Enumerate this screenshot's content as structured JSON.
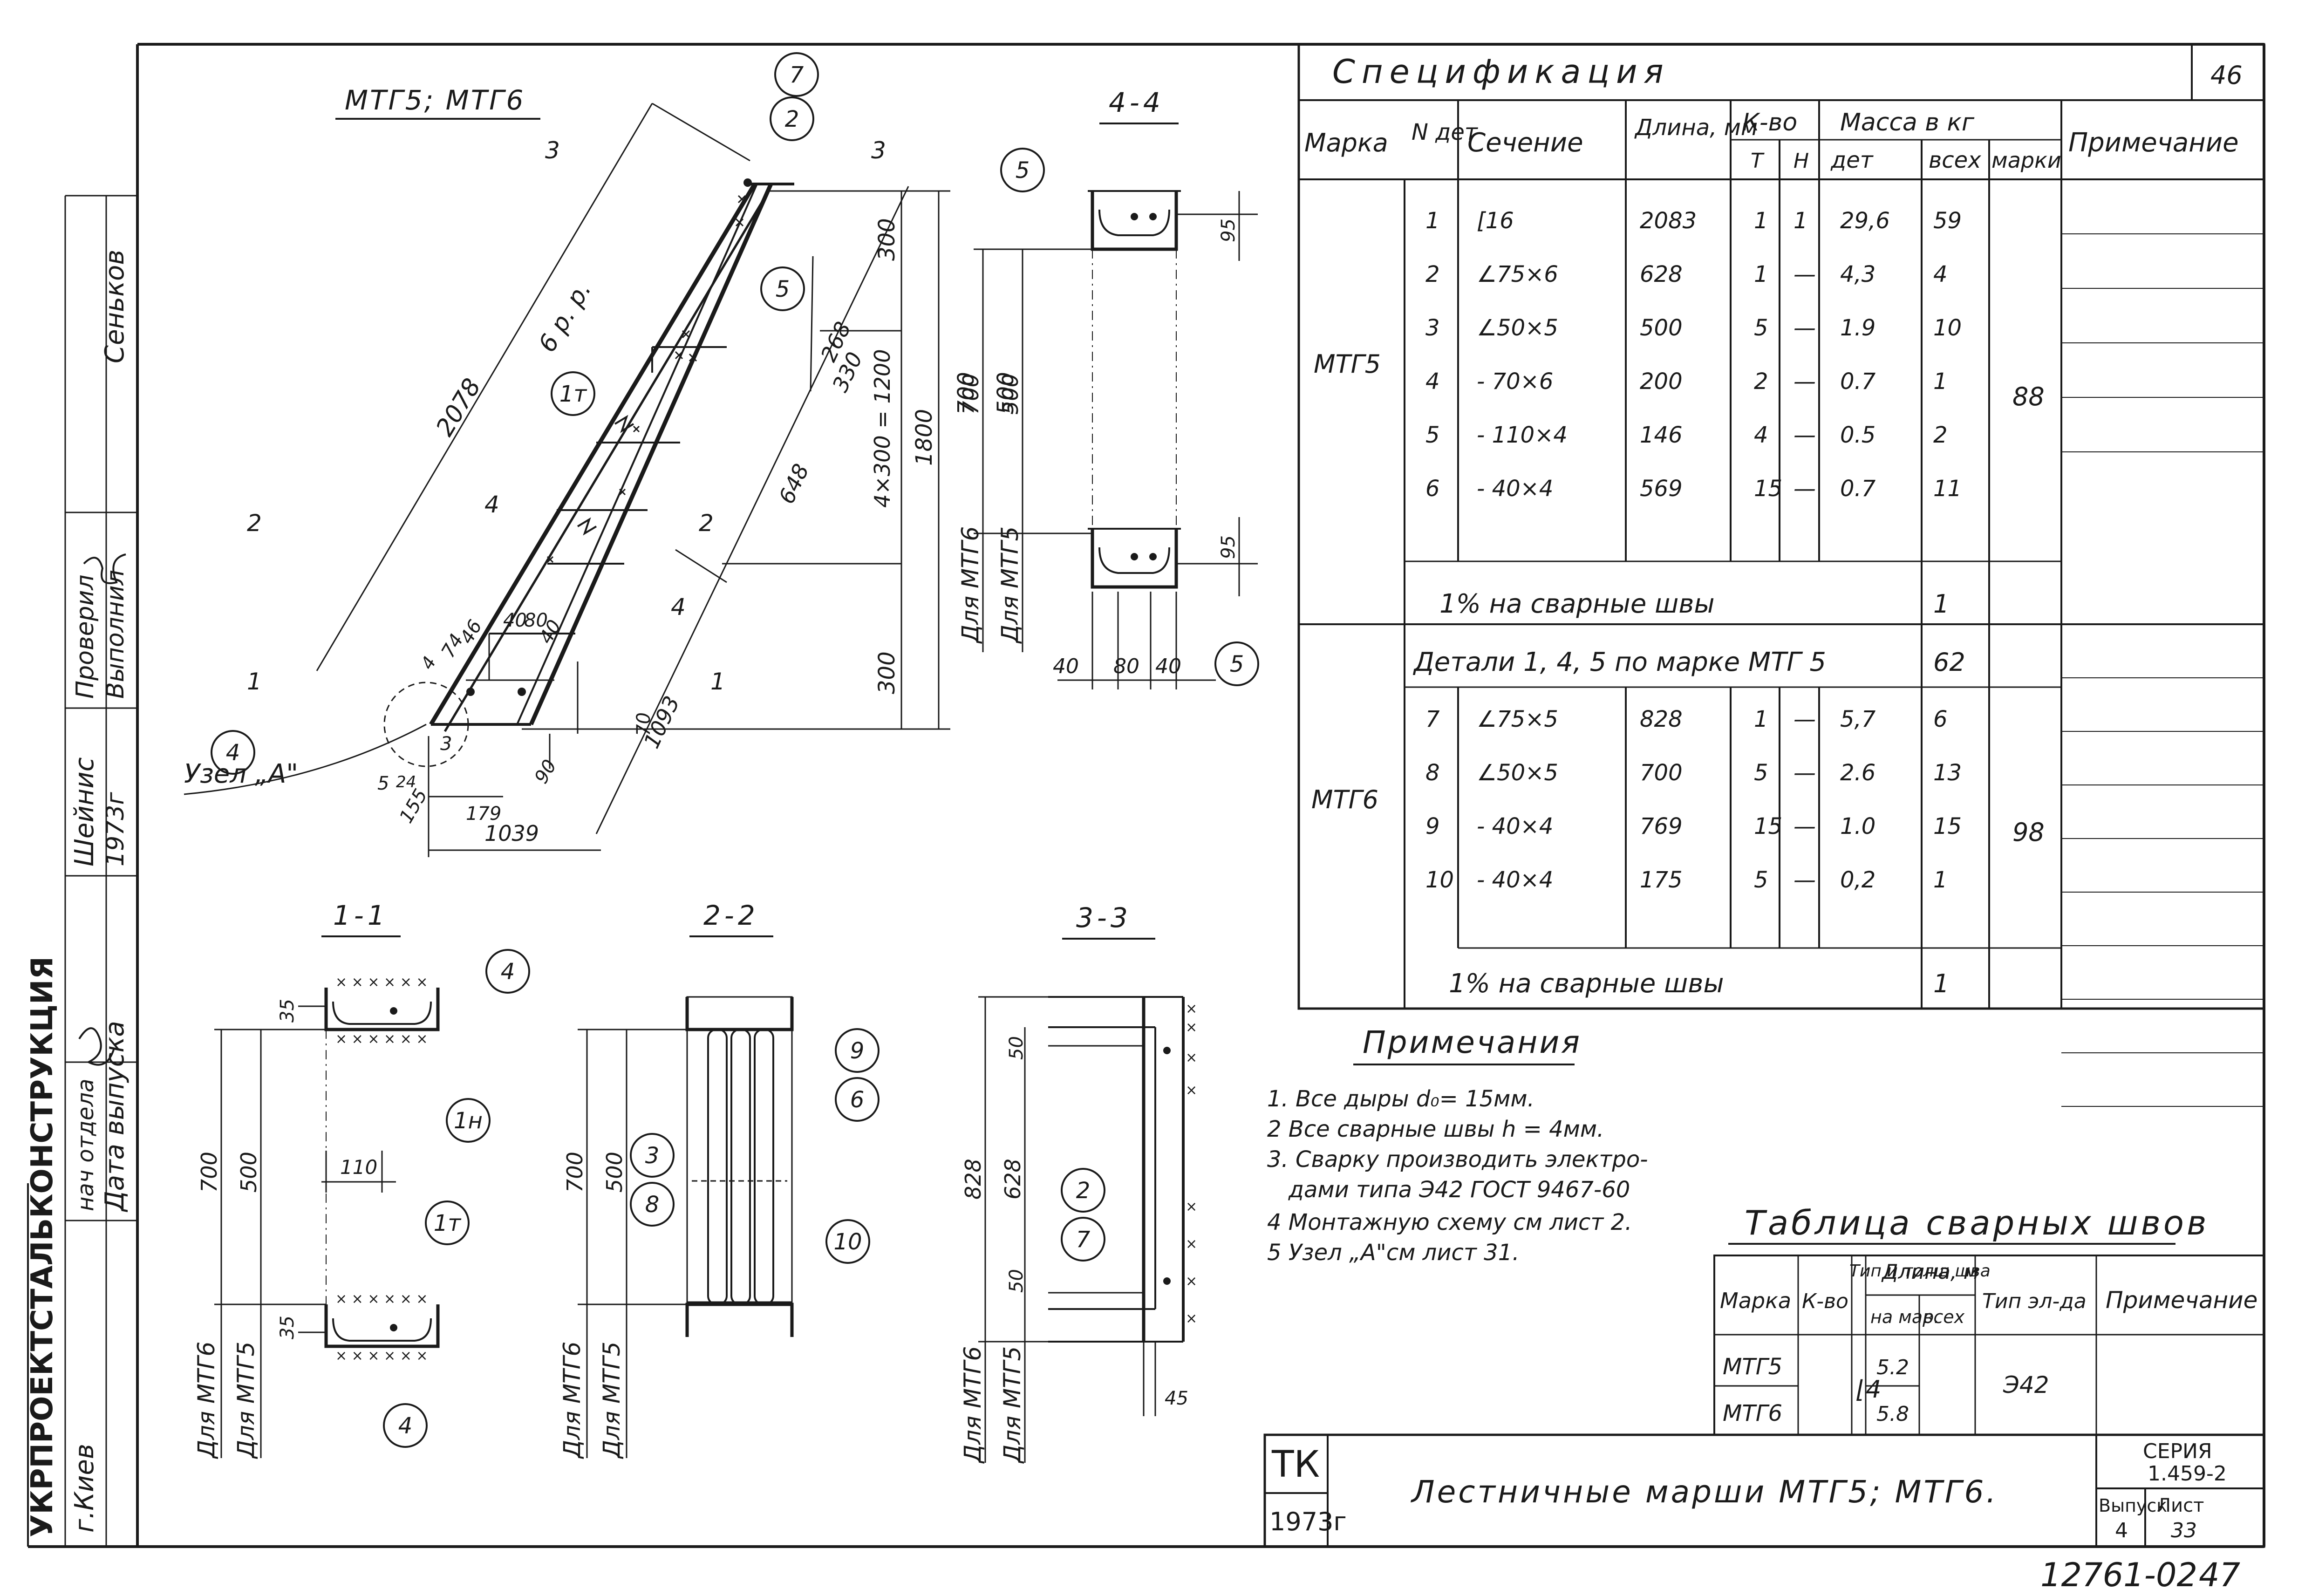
{
  "sheet_number": "46",
  "drawing": {
    "title": "МТГ5; МТГ6",
    "section_titles": [
      "4-4",
      "1-1",
      "2-2",
      "3-3"
    ],
    "cut_labels": [
      "3",
      "3",
      "2",
      "2",
      "1",
      "1",
      "4",
      "4"
    ],
    "node_label": "Узел „А\"",
    "callouts": [
      "7",
      "2",
      "5",
      "1т",
      "4",
      "5",
      "5",
      "4",
      "1н",
      "1т",
      "4",
      "9",
      "6",
      "3",
      "8",
      "10",
      "2",
      "7"
    ],
    "dims_main": [
      "2078",
      "6 р. р.",
      "300",
      "268",
      "330",
      "4×300 = 1200",
      "1800",
      "648",
      "700",
      "500",
      "1093",
      "300",
      "70",
      "40",
      "80",
      "40",
      "46",
      "74",
      "4",
      "3",
      "179",
      "90",
      "5",
      "24",
      "155",
      "1039"
    ],
    "dims_44": [
      "95",
      "95",
      "40",
      "80",
      "40",
      "700",
      "500"
    ],
    "dims_11": [
      "35",
      "35",
      "110",
      "700",
      "500"
    ],
    "dims_22": [
      "700",
      "500"
    ],
    "dims_33": [
      "50",
      "50",
      "828",
      "628",
      "45"
    ],
    "variant_labels": {
      "mtg6": "Для МТГ6",
      "mtg5": "Для МТГ5"
    }
  },
  "stamp_left": {
    "org": "УКРПРОЕКТСТАЛЬКОНСТРУКЦИЯ",
    "city": "г.Киев",
    "roles": [
      "нач отдела",
      "Проверил",
      "Выполнил"
    ],
    "names": [
      "Шейнис",
      "Сеньков"
    ],
    "misc": [
      "1973г",
      "Дата выпуска"
    ]
  },
  "spec": {
    "title": "Спецификация",
    "headers": [
      "Марка",
      "N дет",
      "Сечение",
      "Длина, мм",
      "К-во",
      "Т",
      "Н",
      "Масса в кг",
      "дет",
      "всех",
      "марки",
      "Примечание"
    ],
    "group1": {
      "mark": "МТГ5",
      "mass_total": "88",
      "rows": [
        [
          "1",
          "[16",
          "2083",
          "1",
          "1",
          "29,6",
          "59"
        ],
        [
          "2",
          "∠75×6",
          "628",
          "1",
          "—",
          "4,3",
          "4"
        ],
        [
          "3",
          "∠50×5",
          "500",
          "5",
          "—",
          "1.9",
          "10"
        ],
        [
          "4",
          "- 70×6",
          "200",
          "2",
          "—",
          "0.7",
          "1"
        ],
        [
          "5",
          "- 110×4",
          "146",
          "4",
          "—",
          "0.5",
          "2"
        ],
        [
          "6",
          "- 40×4",
          "569",
          "15",
          "—",
          "0.7",
          "11"
        ]
      ],
      "welds_label": "1% на сварные швы",
      "welds_value": "1"
    },
    "group2": {
      "mark": "МТГ6",
      "mass_total": "98",
      "details_label": "Детали 1, 4, 5 по марке МТГ 5",
      "details_value": "62",
      "rows": [
        [
          "7",
          "∠75×5",
          "828",
          "1",
          "—",
          "5,7",
          "6"
        ],
        [
          "8",
          "∠50×5",
          "700",
          "5",
          "—",
          "2.6",
          "13"
        ],
        [
          "9",
          "- 40×4",
          "769",
          "15",
          "—",
          "1.0",
          "15"
        ],
        [
          "10",
          "- 40×4",
          "175",
          "5",
          "—",
          "0,2",
          "1"
        ]
      ],
      "welds_label": "1% на сварные швы",
      "welds_value": "1"
    }
  },
  "notes": {
    "title": "Примечания",
    "items": [
      "1. Все дыры d₀= 15мм.",
      "2 Все сварные швы h = 4мм.",
      "3. Сварку производить электро-",
      "   дами типа Э42 ГОСТ 9467-60",
      "4 Монтажную схему см лист 2.",
      "5 Узел „А\"см лист 31."
    ]
  },
  "welds_table": {
    "title": "Таблица сварных швов",
    "headers": [
      "Марка",
      "К-во",
      "Тип и толщ шва",
      "Длина, м",
      "на мар.",
      "всех",
      "Тип эл-да",
      "Примечание"
    ],
    "rows": [
      [
        "МТГ5",
        "5.2"
      ],
      [
        "МТГ6",
        "5.8"
      ]
    ],
    "weld_type": "⌊4",
    "electrode": "Э42"
  },
  "title_block": {
    "tk": "ТК",
    "year": "1973г",
    "title": "Лестничные марши МТГ5; МТГ6.",
    "series_label": "СЕРИЯ",
    "series": "1.459-2",
    "issue_label": "Выпуск",
    "issue": "4",
    "sheet_label": "Лист",
    "sheet": "33"
  },
  "footer_code": "12761-02",
  "footer_num": "47"
}
